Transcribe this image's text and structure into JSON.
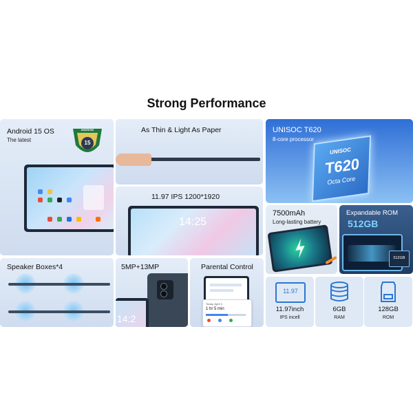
{
  "heading": "Strong Performance",
  "android": {
    "title": "Android 15 OS",
    "subtitle": "The latest",
    "badge_text": "ANDROID",
    "badge_number": "15"
  },
  "thin": {
    "title": "As Thin & Light As Paper"
  },
  "chip": {
    "title": "UNISOC T620",
    "subtitle": "8-core processor",
    "brand": "UNISOC",
    "model": "T620",
    "cores": "Octa Core"
  },
  "display": {
    "title": "11.97  IPS 1200*1920",
    "clock": "14:25"
  },
  "battery": {
    "title": "7500mAh",
    "subtitle": "Long-lasting battery"
  },
  "rom": {
    "title": "Expandable ROM",
    "capacity": "512GB",
    "card_text": "512GB"
  },
  "speaker": {
    "title": "Speaker Boxes*4"
  },
  "camera": {
    "title": "5MP+13MP",
    "clock": "14:2"
  },
  "parental": {
    "title": "Parental Control",
    "popup_line1": "Today, April 3",
    "popup_line2": "1 hr 5 min"
  },
  "specs": [
    {
      "icon": "screen-size-icon",
      "icon_text": "11.97",
      "label": "11.97inch",
      "sub": "IPS incell"
    },
    {
      "icon": "ram-stack-icon",
      "label": "6GB",
      "sub": "RAM"
    },
    {
      "icon": "sd-card-icon",
      "label": "128GB",
      "sub": "ROM"
    }
  ],
  "colors": {
    "card_bg": "#dfe9f5",
    "tablet_dark": "#1d2838",
    "accent_blue": "#2a76d4",
    "badge_green": "#1f7a3c"
  }
}
